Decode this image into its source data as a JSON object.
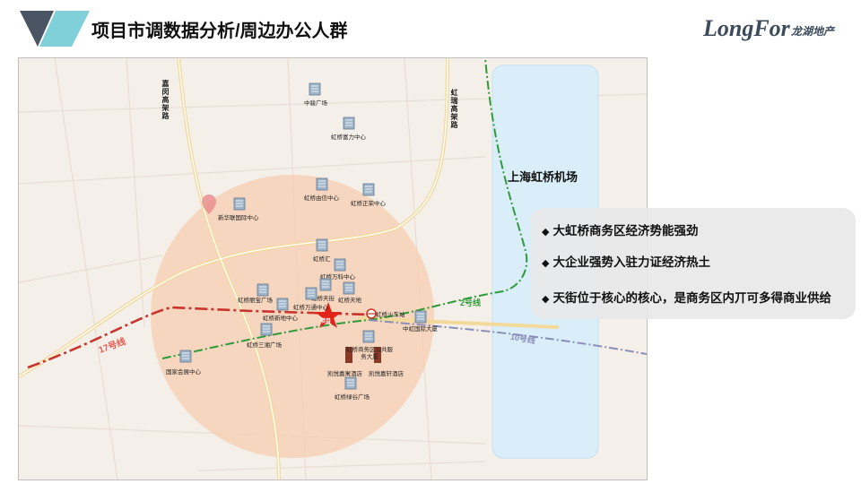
{
  "header": {
    "title_main": "项目市调数据分析",
    "title_sub": "/周边办公人群"
  },
  "logo": {
    "brand": "LongFor",
    "cn": "龙湖地产"
  },
  "map": {
    "airport_label": "上海虹桥机场",
    "roads": [
      "嘉闵高架路",
      "虹瑞高架路"
    ],
    "metro": [
      {
        "name": "2号线",
        "color": "#2f9a3a"
      },
      {
        "name": "17号线",
        "color": "#e85a4f"
      },
      {
        "name": "10号线",
        "color": "#8a8fb8"
      }
    ],
    "buildings": [
      {
        "label": "中骏广场",
        "type": "office"
      },
      {
        "label": "虹桥富力中心",
        "type": "office"
      },
      {
        "label": "虹桥由信中心",
        "type": "office"
      },
      {
        "label": "虹桥正荣中心",
        "type": "office"
      },
      {
        "label": "新华联国际中心",
        "type": "office"
      },
      {
        "label": "虹桥汇",
        "type": "office"
      },
      {
        "label": "虹桥万科中心",
        "type": "office"
      },
      {
        "label": "虹桥丽宝广场",
        "type": "office"
      },
      {
        "label": "虹桥天街",
        "type": "office"
      },
      {
        "label": "虹桥天地",
        "type": "office"
      },
      {
        "label": "虹桥万通中心",
        "type": "office"
      },
      {
        "label": "虹桥新地中心",
        "type": "office"
      },
      {
        "label": "虹桥三湘广场",
        "type": "office"
      },
      {
        "label": "中虹国际大厦",
        "type": "office"
      },
      {
        "label": "虹桥火车站",
        "type": "station"
      },
      {
        "label": "国家会展中心",
        "type": "office"
      },
      {
        "label": "虹桥商务区公共服务大厦",
        "type": "office"
      },
      {
        "label": "凯悦嘉寓酒店",
        "type": "hotel"
      },
      {
        "label": "凯悦嘉轩酒店",
        "type": "hotel"
      },
      {
        "label": "虹桥绿谷广场",
        "type": "office"
      }
    ],
    "project_marker": "项目"
  },
  "info": {
    "bullets": [
      "大虹桥商务区经济势能强劲",
      "大企业强势入驻力证经济热土",
      "天街位于核心的核心，是商务区内丌可多得商业供给"
    ]
  },
  "colors": {
    "accent_dark": "#4a5563",
    "accent_teal": "#7fd0d8",
    "circle": "#f5c7a8",
    "airport": "#d9eef9"
  }
}
